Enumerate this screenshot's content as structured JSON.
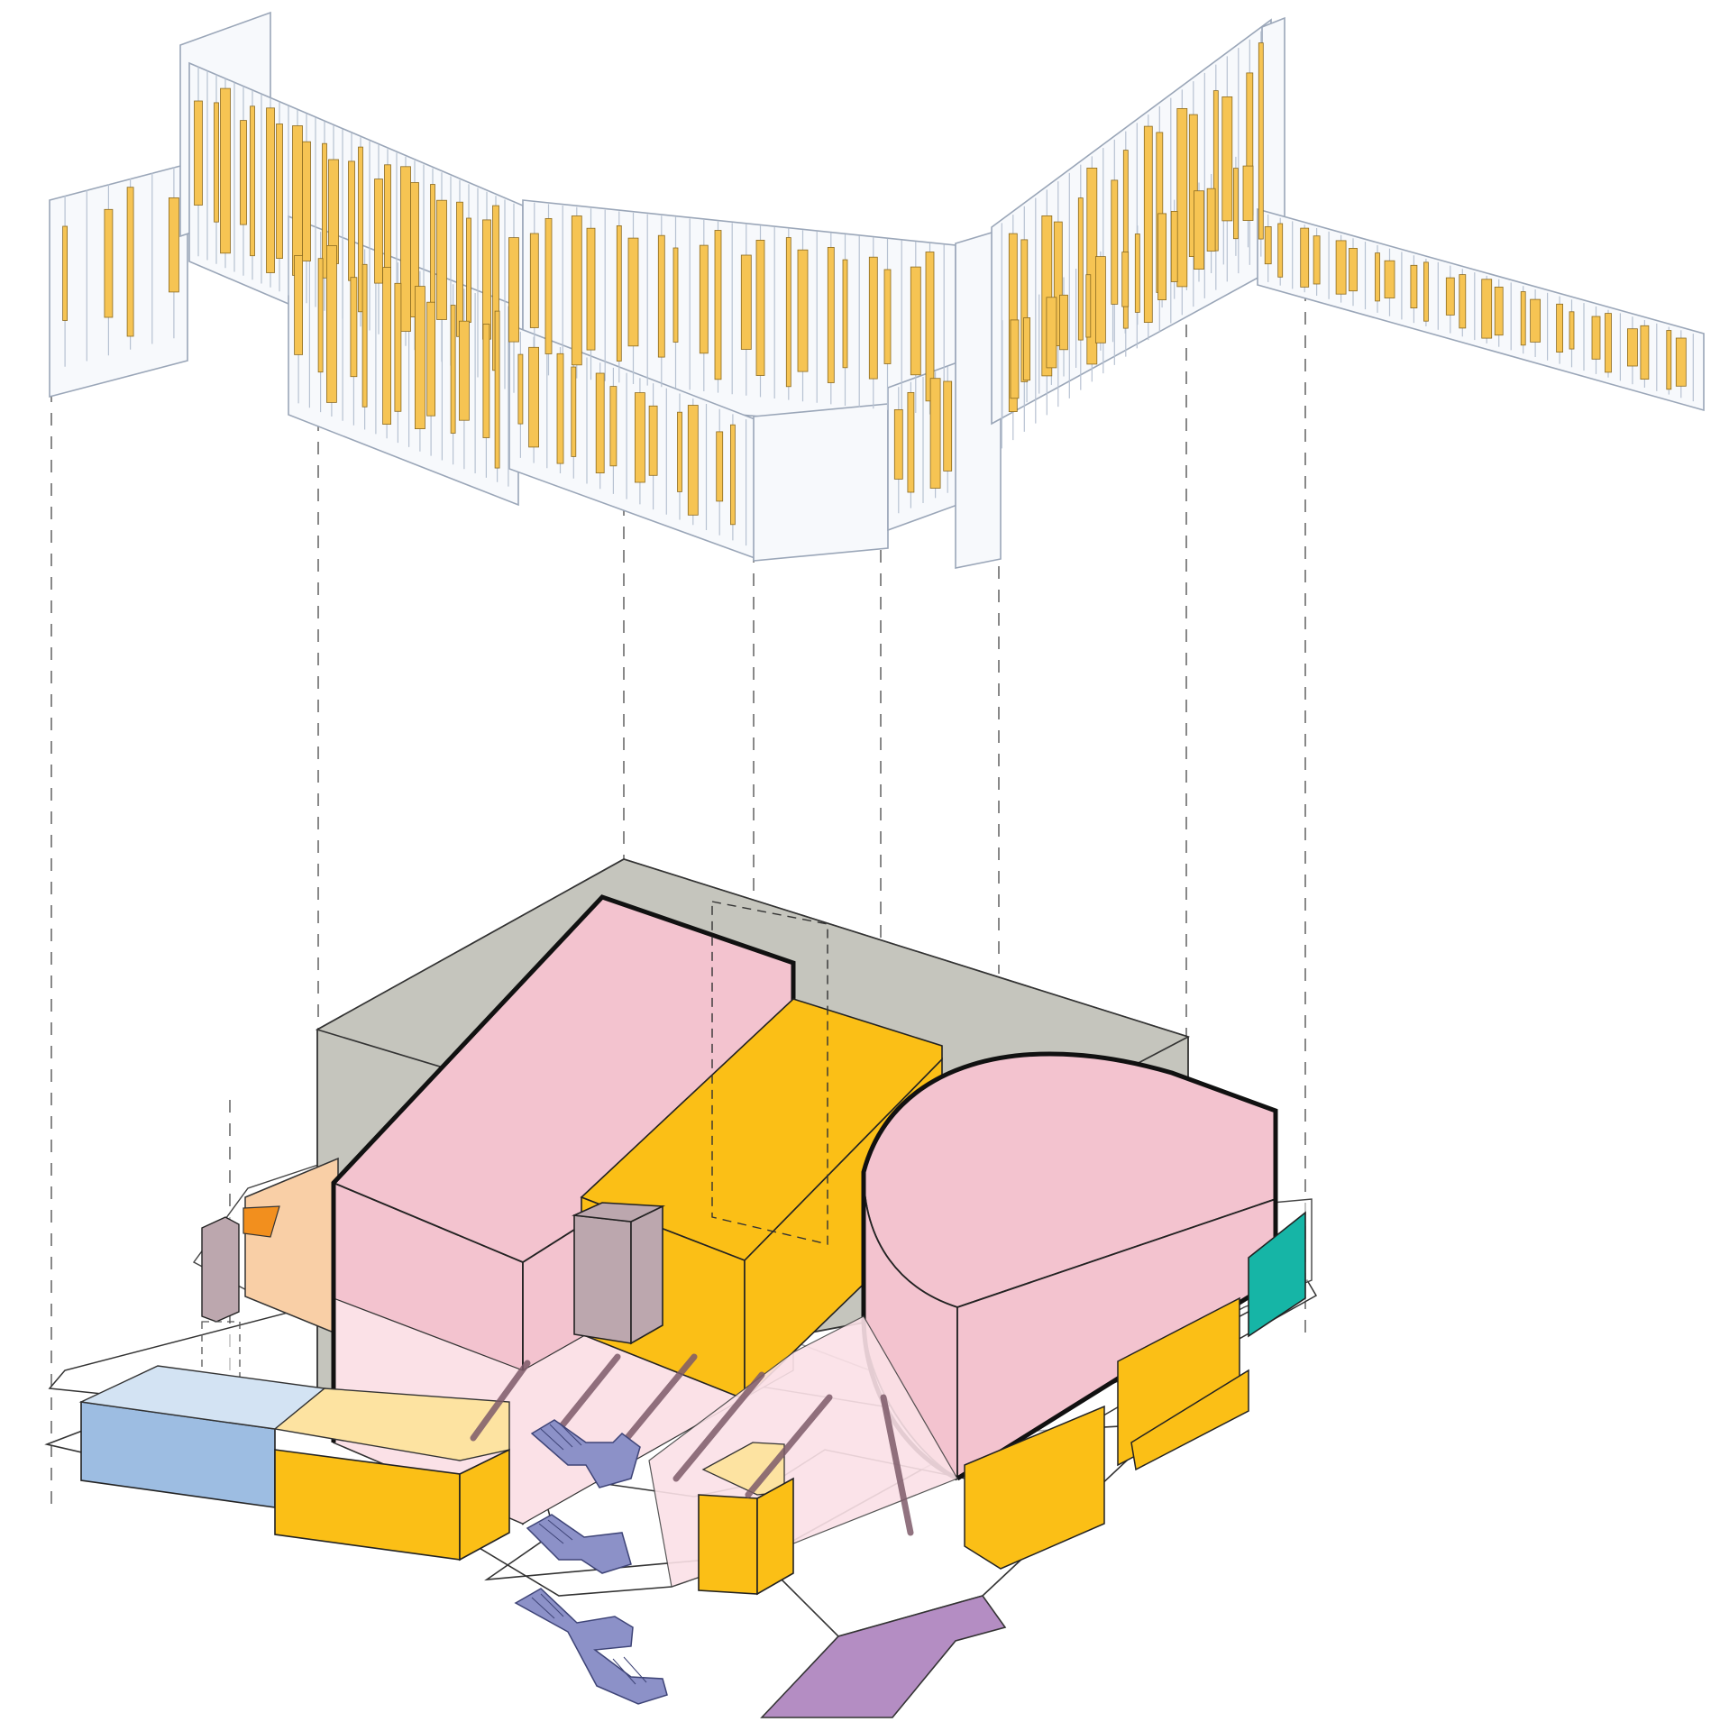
{
  "palette": {
    "gray_volume": "#c5c5bd",
    "pink_volume": "#f3c3cf",
    "pink_light": "#fbe1e7",
    "yellow_volume": "#fbbf16",
    "yellow_light": "#fde3a1",
    "taupe_volume": "#bca7ae",
    "blue_volume": "#9dbde2",
    "blue_light": "#d3e3f3",
    "peach_volume": "#f9cfa6",
    "orange_accent": "#f28f1e",
    "teal_volume": "#16b5a6",
    "purple_plinth": "#b48dc3",
    "stair_blue": "#8c91c8",
    "fin_orange": "#f6c453",
    "outline": "#111111"
  },
  "diagram": {
    "facade_screen_fins": 96,
    "projection_lines": 9,
    "floor_slabs": 3,
    "staircases": 3
  }
}
